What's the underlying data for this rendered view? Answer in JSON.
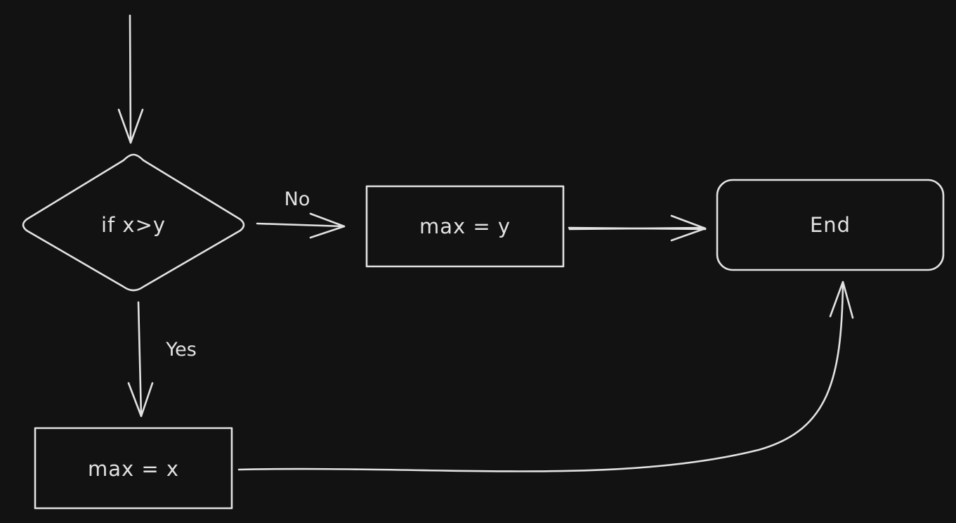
{
  "diagram": {
    "colors": {
      "background": "#121212",
      "stroke": "#e2e2e2",
      "text": "#e2e2e2"
    },
    "nodes": {
      "decision": {
        "label": "if x>y",
        "shape": "diamond"
      },
      "max_y": {
        "label": "max = y",
        "shape": "rectangle"
      },
      "end": {
        "label": "End",
        "shape": "rounded-rectangle"
      },
      "max_x": {
        "label": "max = x",
        "shape": "rectangle"
      }
    },
    "edges": {
      "no": {
        "label": "No"
      },
      "yes": {
        "label": "Yes"
      }
    }
  }
}
